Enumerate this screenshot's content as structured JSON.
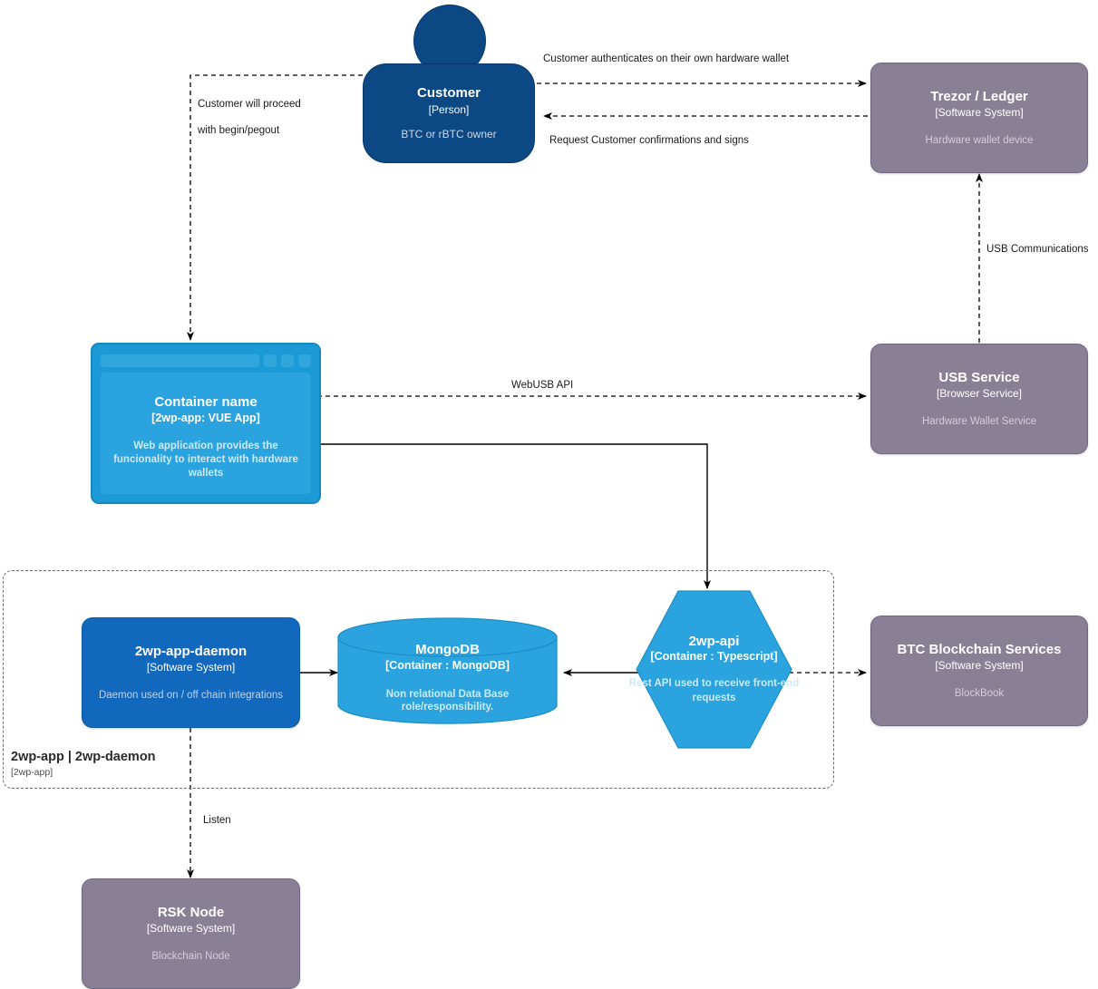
{
  "diagram": {
    "kind": "c4-container-diagram",
    "colors": {
      "person_blue": "#0b4884",
      "system_blue": "#1168bd",
      "container_blue": "#2aa3de",
      "external_grey": "#8a8096",
      "edge_black": "#000000",
      "boundary_grey": "#6b6b6b"
    }
  },
  "nodes": {
    "customer": {
      "name": "Customer",
      "tech": "[Person]",
      "desc": "BTC or rBTC owner"
    },
    "trezor_ledger": {
      "name": "Trezor / Ledger",
      "tech": "[Software System]",
      "desc": "Hardware wallet device"
    },
    "usb_service": {
      "name": "USB Service",
      "tech": "[Browser Service]",
      "desc": "Hardware Wallet Service"
    },
    "vue_app": {
      "name": "Container name",
      "tech": "[2wp-app: VUE App]",
      "desc": "Web application provides the funcionality to interact with hardware wallets"
    },
    "daemon": {
      "name": "2wp-app-daemon",
      "tech": "[Software System]",
      "desc": "Daemon used on / off chain integrations"
    },
    "mongodb": {
      "name": "MongoDB",
      "tech": "[Container : MongoDB]",
      "desc": "Non relational Data Base role/responsibility."
    },
    "api": {
      "name": "2wp-api",
      "tech": "[Container : Typescript]",
      "desc_line1": "Rest API used to receive front-end",
      "desc_line2": "requests"
    },
    "btc_blockchain": {
      "name": "BTC Blockchain Services",
      "tech": "[Software System]",
      "desc": "BlockBook"
    },
    "rsk_node": {
      "name": "RSK Node",
      "tech": "[Software System]",
      "desc": "Blockchain Node"
    }
  },
  "boundary": {
    "name": "2wp-app | 2wp-daemon",
    "tech": "[2wp-app]"
  },
  "edges": [
    {
      "id": "customer-to-trezor",
      "label": "Customer authenticates on their own hardware wallet",
      "style": "dashed"
    },
    {
      "id": "trezor-to-customer",
      "label": "Request Customer confirmations and signs",
      "style": "dashed"
    },
    {
      "id": "customer-to-vueapp-line1",
      "label": "Customer will proceed",
      "style": "dashed"
    },
    {
      "id": "customer-to-vueapp-line2",
      "label": "with begin/pegout",
      "style": "dashed"
    },
    {
      "id": "usbservice-to-trezor",
      "label": "USB Communications",
      "style": "dashed"
    },
    {
      "id": "vueapp-to-usbservice",
      "label": "WebUSB API",
      "style": "dashed"
    },
    {
      "id": "vueapp-to-api",
      "label": "",
      "style": "solid"
    },
    {
      "id": "daemon-to-mongodb",
      "label": "",
      "style": "solid"
    },
    {
      "id": "api-to-mongodb",
      "label": "",
      "style": "solid"
    },
    {
      "id": "api-to-btc",
      "label": "",
      "style": "dashed"
    },
    {
      "id": "daemon-to-rsknode",
      "label": "Listen",
      "style": "dashed"
    }
  ]
}
